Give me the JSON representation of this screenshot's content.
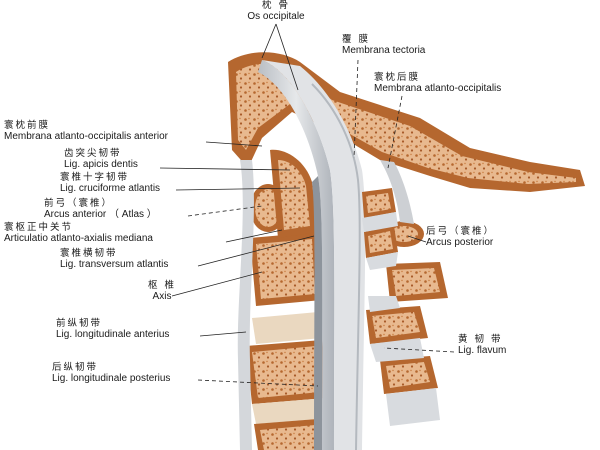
{
  "labels": [
    {
      "zh": "枕 骨",
      "la": "Os occipitale"
    },
    {
      "zh": "覆 膜",
      "la": "Membrana tectoria"
    },
    {
      "zh": "寰枕后膜",
      "la": "Membrana atlanto-occipitalis"
    },
    {
      "zh": "寰枕前膜",
      "la": "Membrana atlanto-occipitalis anterior"
    },
    {
      "zh": "齿突尖韧带",
      "la": "Lig. apicis dentis"
    },
    {
      "zh": "寰椎十字韧带",
      "la": "Lig. cruciforme atlantis"
    },
    {
      "zh": "前弓（寰椎）",
      "la": "Arcus anterior （ Atlas ）"
    },
    {
      "zh": "寰枢正中关节",
      "la": "Articulatio atlanto-axialis mediana"
    },
    {
      "zh": "寰椎横韧带",
      "la": "Lig. transversum atlantis"
    },
    {
      "zh": "枢 椎",
      "la": "Axis"
    },
    {
      "zh": "前纵韧带",
      "la": "Lig. longitudinale anterius"
    },
    {
      "zh": "后纵韧带",
      "la": "Lig. longitudinale posterius"
    },
    {
      "zh": "后弓（寰椎）",
      "la": "Arcus posterior"
    },
    {
      "zh": "黄 韧 带",
      "la": "Lig. flavum"
    }
  ],
  "colors": {
    "bone_cortex": "#b5672f",
    "bone_marrow": "#e8b98f",
    "bone_shadow": "#8a4a22",
    "disc": "#ead8c0",
    "ligament": "#cfd2d6",
    "ligament_dark": "#9aa0a8",
    "canal": "#dfe1e4",
    "leader": "#222222"
  }
}
